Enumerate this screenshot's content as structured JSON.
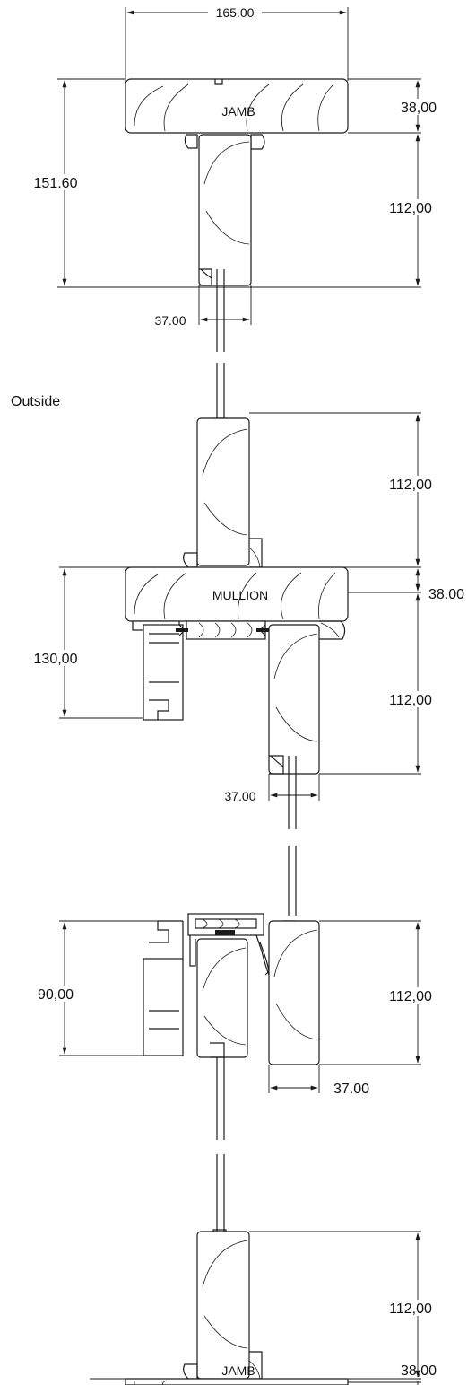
{
  "labels": {
    "jamb_top": "JAMB",
    "mullion": "MULLION",
    "jamb_bottom": "JAMB",
    "outside": "Outside"
  },
  "dimensions": {
    "top_width": "165.00",
    "jamb_thickness_top": "38,00",
    "overall_height_top": "151.60",
    "sash_depth_top": "112,00",
    "sash_width_top": "37.00",
    "upper_sash_middle": "112,00",
    "mullion_thickness": "38.00",
    "casing_height": "130,00",
    "lower_sash_middle": "112,00",
    "sash_width_middle": "37.00",
    "meeting_height": "90,00",
    "meeting_sash_depth": "112,00",
    "meeting_sash_width": "37.00",
    "sash_depth_bottom": "112,00",
    "jamb_thickness_bottom": "38,00"
  }
}
